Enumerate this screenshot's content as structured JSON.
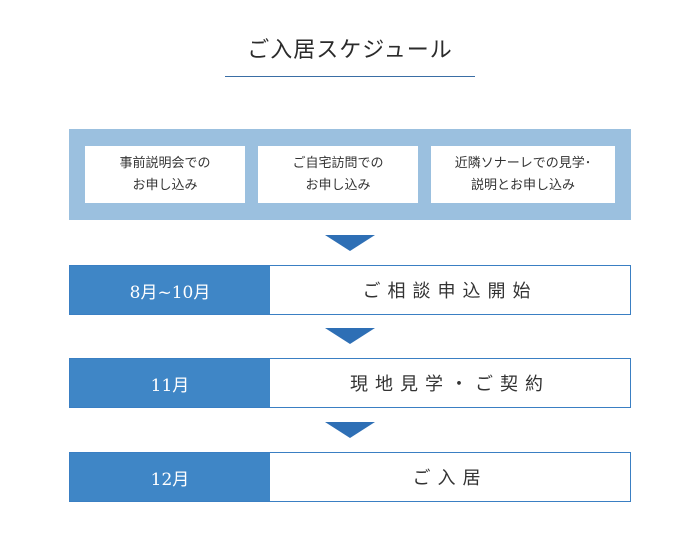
{
  "title": "ご入居スケジュール",
  "application_methods": [
    {
      "line1": "事前説明会での",
      "line2": "お申し込み"
    },
    {
      "line1": "ご自宅訪問での",
      "line2": "お申し込み"
    },
    {
      "line1": "近隣ソナーレでの見学･",
      "line2": "説明とお申し込み"
    }
  ],
  "steps": [
    {
      "period": "8月~10月",
      "stage": "ご相談申込開始"
    },
    {
      "period": "11月",
      "stage": "現地見学・ご契約"
    },
    {
      "period": "12月",
      "stage": "ご入居"
    }
  ],
  "colors": {
    "primary_blue": "#3f86c6",
    "light_blue": "#9bc0df",
    "arrow_blue": "#2e6fb5"
  }
}
